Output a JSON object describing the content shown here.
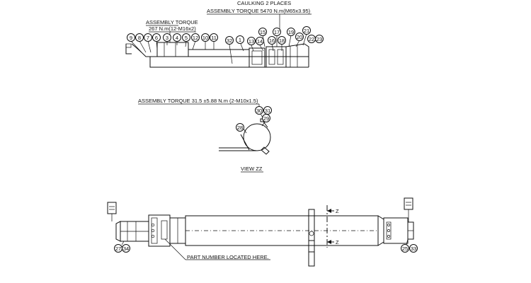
{
  "notes": {
    "caulking": "CAULKING 2 PLACES",
    "torque_main": "ASSEMBLY TORQUE 5470 N.m(M65x3.95)",
    "torque_head_title": "ASSEMBLY TORQUE",
    "torque_head_value": "267 N.m(12-M16x2)",
    "torque_zz": "ASSEMBLY TORQUE 31.5 ±5.88 N.m (2-M10x1.5)",
    "view_zz": "VIEW  ZZ",
    "part_number": "PART NUMBER LOCATED HERE.",
    "section_mark": "Z"
  },
  "callouts": {
    "c9": "9",
    "c8": "8",
    "c7": "7",
    "c6": "6",
    "c3": "3",
    "c4": "4",
    "c5": "5",
    "c12": "12",
    "c10": "10",
    "c11": "11",
    "c32": "32",
    "c1": "1",
    "c13": "13",
    "c14": "14",
    "c15": "15",
    "c16": "16",
    "c17": "17",
    "c18": "18",
    "c19": "19",
    "c20": "20",
    "c21": "21",
    "c22": "22",
    "c23": "23",
    "c30": "30",
    "c31": "31",
    "c29": "29",
    "c28": "28",
    "c27": "27",
    "c34": "34",
    "c25": "25",
    "c33": "33"
  }
}
